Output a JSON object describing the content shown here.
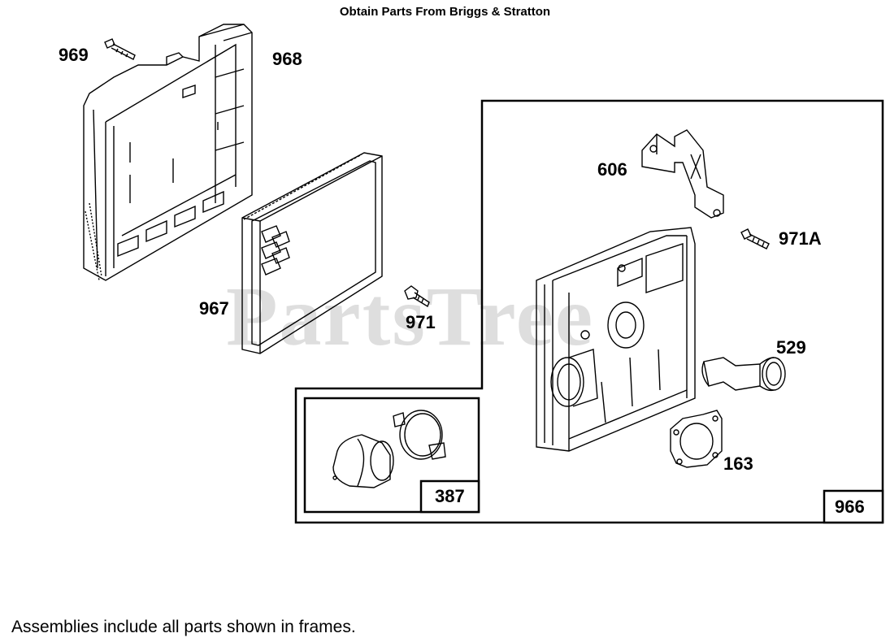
{
  "header": {
    "title": "Obtain Parts From Briggs & Stratton"
  },
  "footer": {
    "note": "Assemblies include all parts shown in frames."
  },
  "watermark": {
    "text": "PartsTree"
  },
  "parts": {
    "p969": "969",
    "p968": "968",
    "p967": "967",
    "p971": "971",
    "p606": "606",
    "p971a": "971A",
    "p529": "529",
    "p163": "163",
    "p387": "387",
    "p966": "966"
  },
  "colors": {
    "line": "#000000",
    "watermark": "#d4d4d4"
  }
}
